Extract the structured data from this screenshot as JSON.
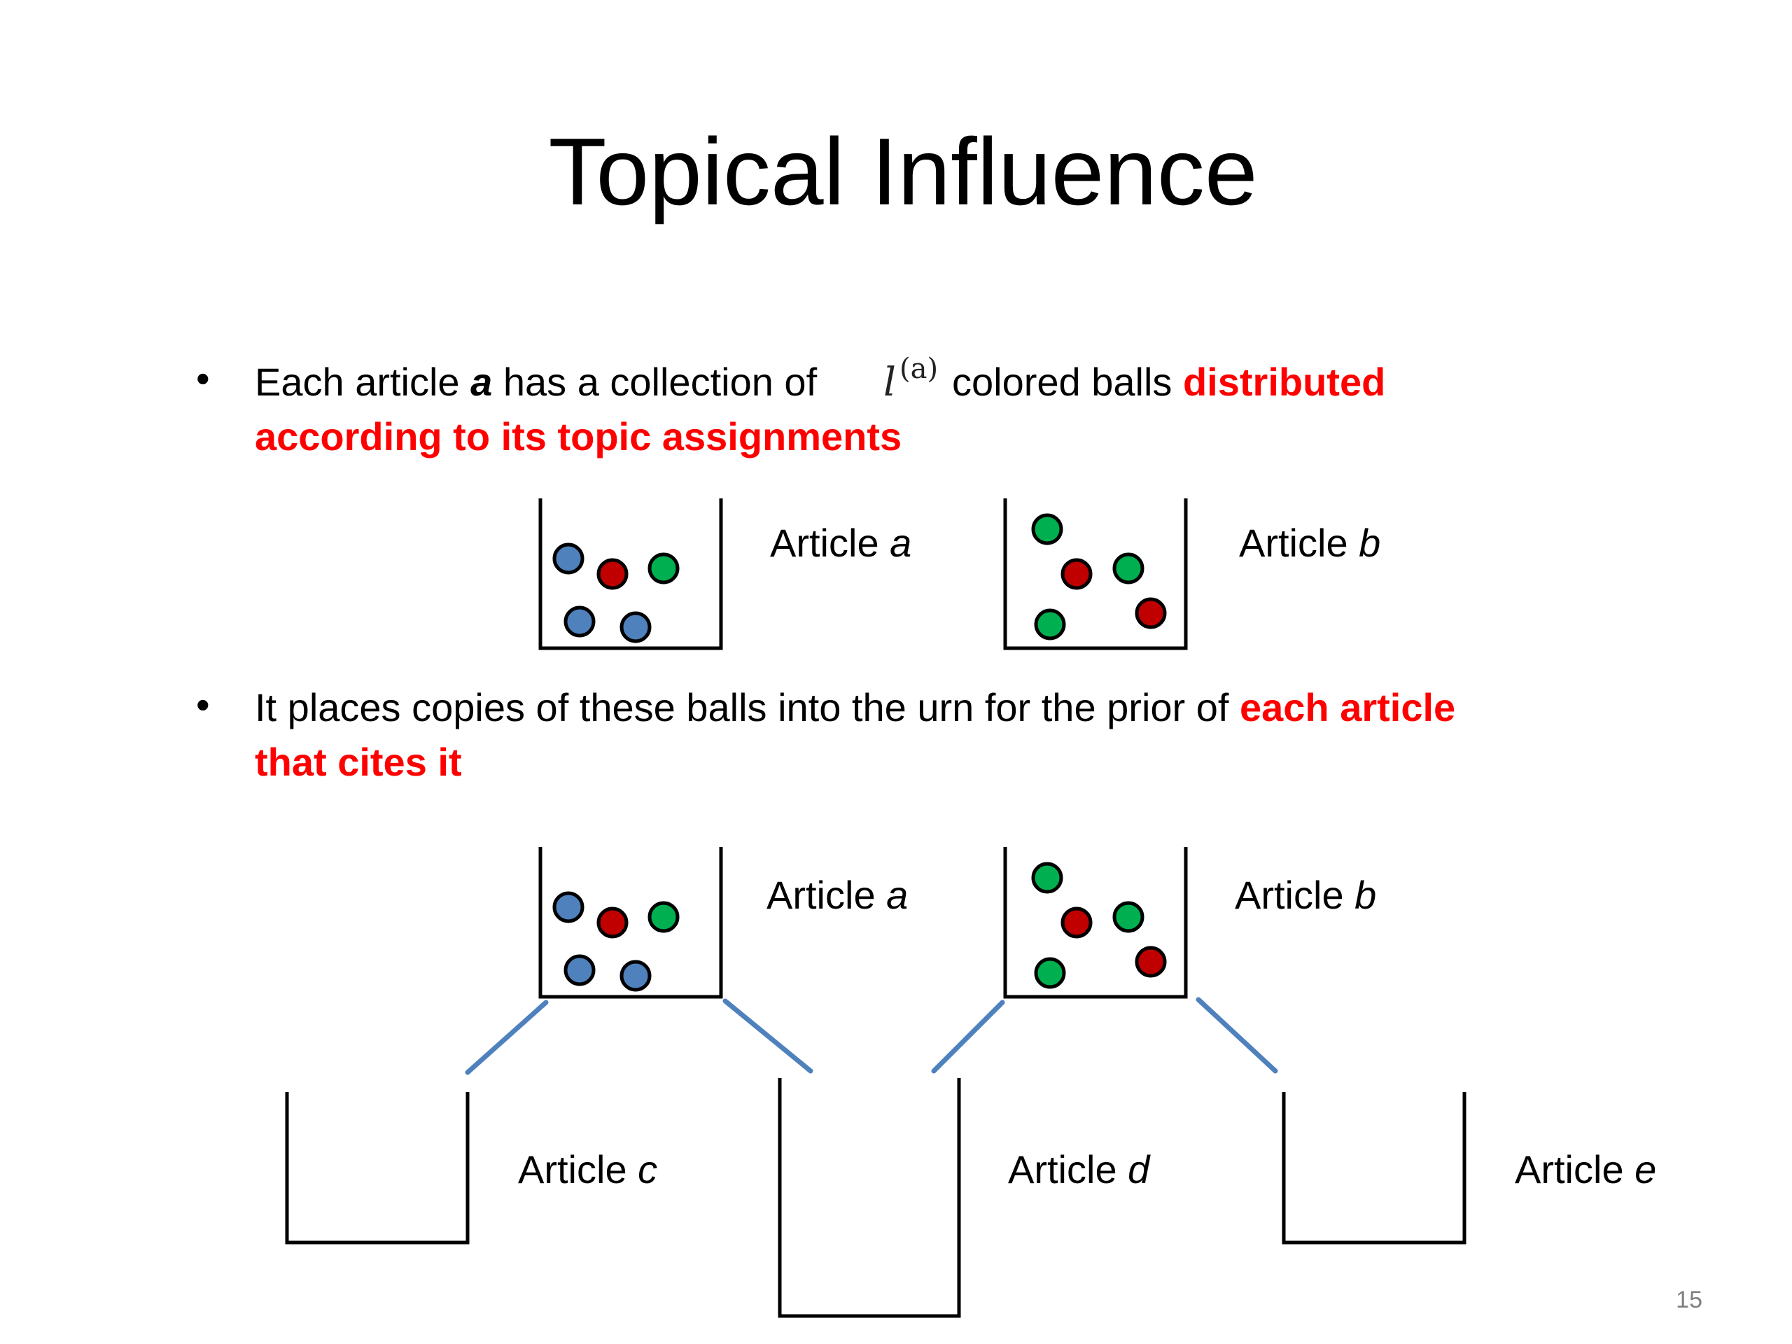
{
  "title": "Topical Influence",
  "bullet1": {
    "prefix": "Each article ",
    "var": "a",
    "middle": " has a collection of",
    "math_base": "l",
    "math_sup": "(a)",
    "after": " colored balls ",
    "red_line1": "distributed",
    "red_line2": "according to its topic assignments"
  },
  "bullet2": {
    "text": "It places copies of these balls into the urn for the prior of ",
    "red_line1": "each article",
    "red_line2": "that cites it"
  },
  "colors": {
    "blue": "#4f81bd",
    "red": "#c00000",
    "green": "#00b050",
    "accent_text": "#ff0000",
    "arrow": "#4f81bd"
  },
  "urns": {
    "top_a": {
      "prefix": "Article ",
      "var": "a",
      "balls": [
        "blue",
        "red",
        "green",
        "blue",
        "blue"
      ]
    },
    "top_b": {
      "prefix": "Article ",
      "var": "b",
      "balls": [
        "green",
        "red",
        "green",
        "green",
        "red"
      ]
    },
    "mid_a": {
      "prefix": "Article ",
      "var": "a",
      "balls": [
        "blue",
        "red",
        "green",
        "blue",
        "blue"
      ]
    },
    "mid_b": {
      "prefix": "Article ",
      "var": "b",
      "balls": [
        "green",
        "red",
        "green",
        "green",
        "red"
      ]
    },
    "c": {
      "prefix": "Article ",
      "var": "c"
    },
    "d": {
      "prefix": "Article ",
      "var": "d"
    },
    "e": {
      "prefix": "Article ",
      "var": "e"
    }
  },
  "citations": [
    {
      "from": "c",
      "to": "a"
    },
    {
      "from": "d",
      "to": "a"
    },
    {
      "from": "d",
      "to": "b"
    },
    {
      "from": "e",
      "to": "b"
    }
  ],
  "page_number": "15"
}
